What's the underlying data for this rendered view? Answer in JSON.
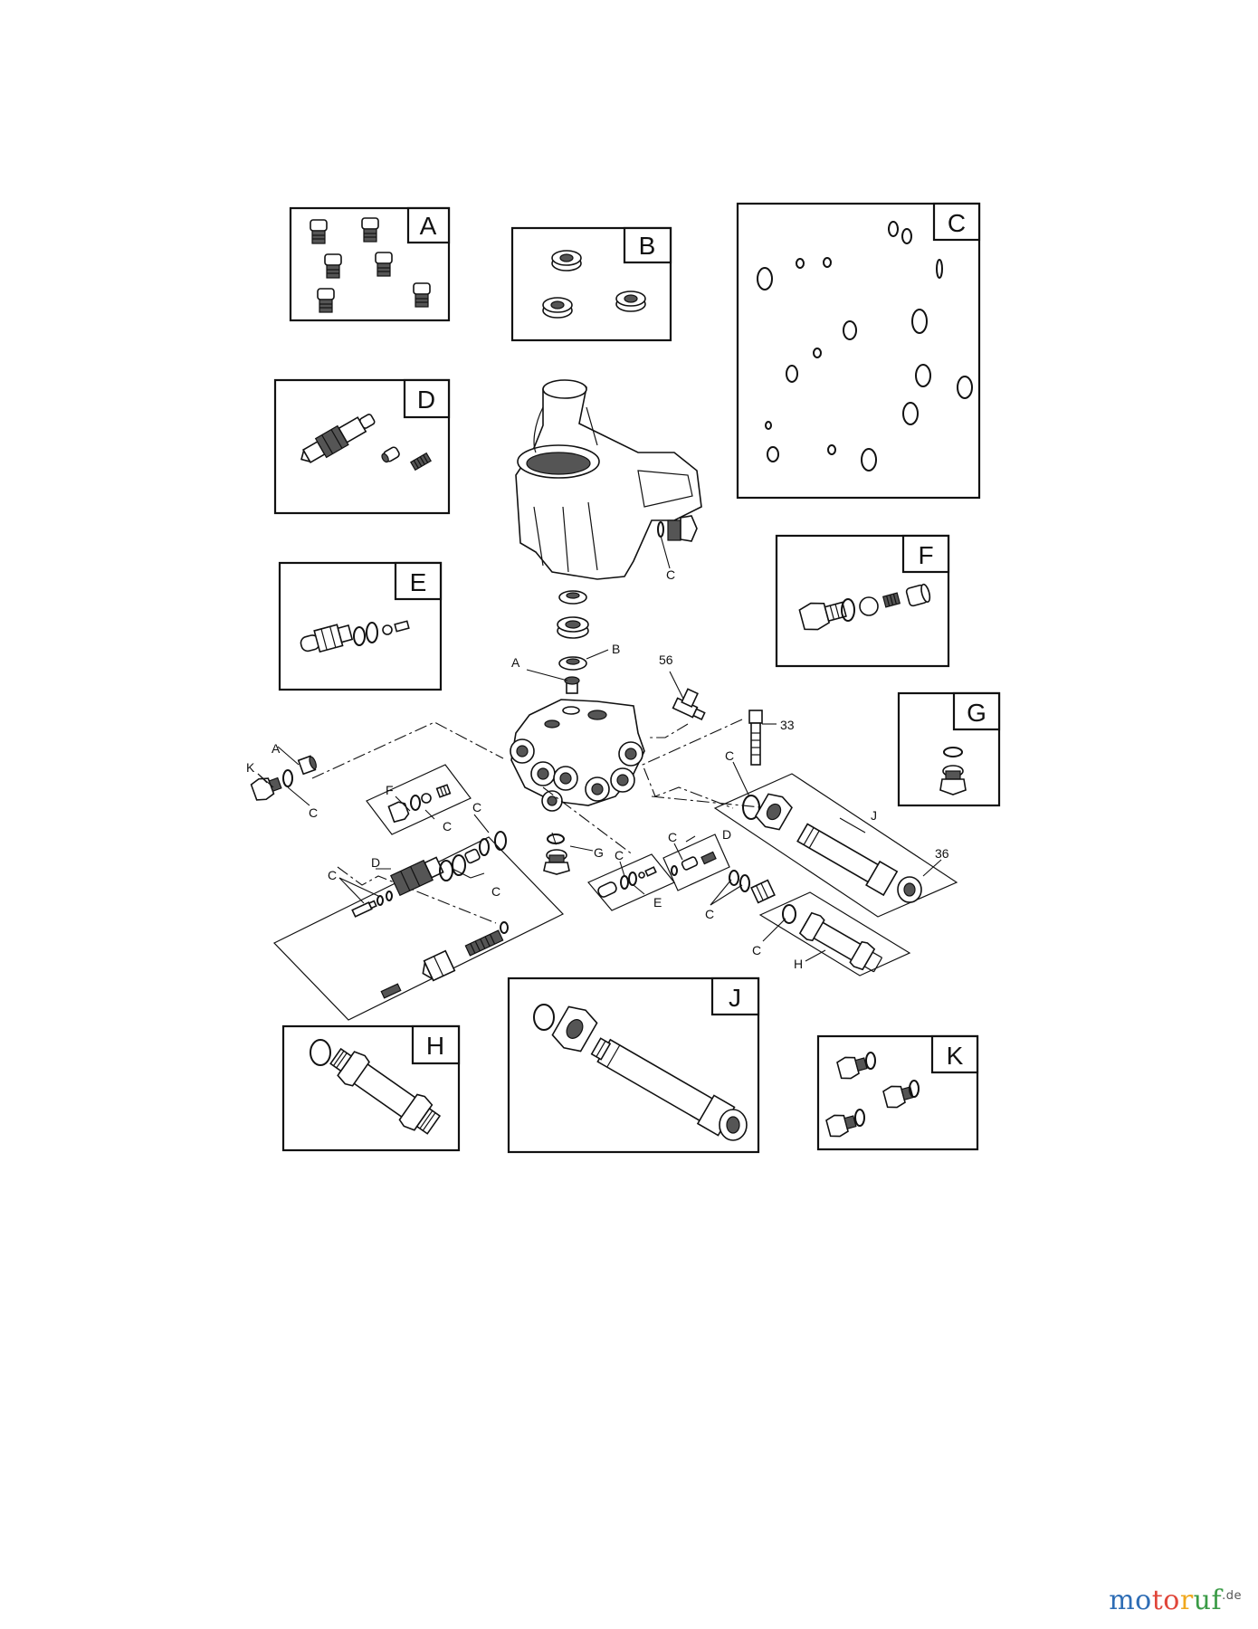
{
  "kits": [
    {
      "id": "kit-a",
      "tag": "A"
    },
    {
      "id": "kit-b",
      "tag": "B"
    },
    {
      "id": "kit-c",
      "tag": "C"
    },
    {
      "id": "kit-d",
      "tag": "D"
    },
    {
      "id": "kit-e",
      "tag": "E"
    },
    {
      "id": "kit-f",
      "tag": "F"
    },
    {
      "id": "kit-g",
      "tag": "G"
    },
    {
      "id": "kit-h",
      "tag": "H"
    },
    {
      "id": "kit-j",
      "tag": "J"
    },
    {
      "id": "kit-k",
      "tag": "K"
    }
  ],
  "callouts": {
    "c_housing": "C",
    "b": "B",
    "a_top": "A",
    "n56": "56",
    "n33": "33",
    "a_left": "A",
    "k": "K",
    "c_left": "C",
    "f": "F",
    "c_f": "C",
    "c_mid": "C",
    "d_left": "D",
    "c_d1": "C",
    "c_d2": "C",
    "c_right": "C",
    "j": "J",
    "c_center": "C",
    "d_center": "D",
    "g": "G",
    "c_e": "C",
    "e": "E",
    "c_pair": "C",
    "n36": "36",
    "c_h": "C",
    "h": "H"
  },
  "watermark": {
    "part1": "mo",
    "part2": "to",
    "part3": "r",
    "part4": "uf",
    "suffix": ".de"
  }
}
